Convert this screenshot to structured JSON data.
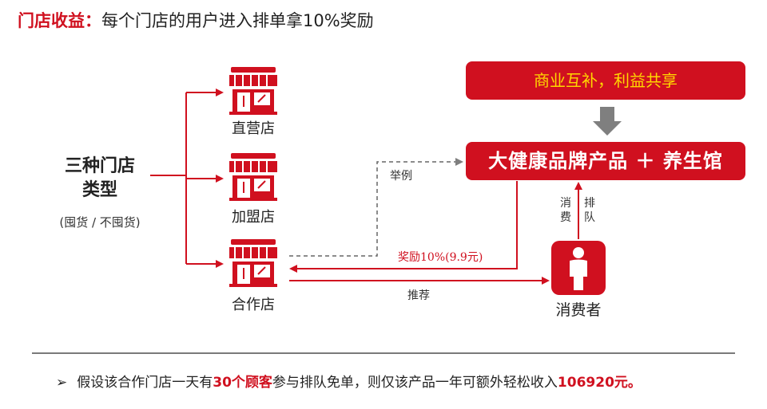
{
  "title": {
    "highlight": "门店收益：",
    "text": "每个门店的用户进入排单拿10%奖励"
  },
  "store_types": {
    "title_line1": "三种门店",
    "title_line2": "类型",
    "subtitle": "(囤货 / 不囤货)"
  },
  "stores": [
    {
      "label": "直营店"
    },
    {
      "label": "加盟店"
    },
    {
      "label": "合作店"
    }
  ],
  "top_box": {
    "text": "商业互补，利益共享"
  },
  "main_box": {
    "text": "大健康品牌产品 ＋ 养生馆"
  },
  "flow_labels": {
    "example": "举例",
    "reward": "奖励10%(9.9元)",
    "recommend": "推荐",
    "consume": "消费",
    "queue": "排队"
  },
  "consumer": {
    "label": "消费者"
  },
  "bottom": {
    "bullet": "➢",
    "part1": "假设该合作门店一天有",
    "highlight1": "30个顾客",
    "part2": "参与排队免单，则仅该产品一年可额外轻松收入",
    "highlight2": "106920元。"
  },
  "colors": {
    "accent": "#d0101f",
    "accent_text": "#ffd800",
    "arrow_gray": "#7f7f7f"
  }
}
